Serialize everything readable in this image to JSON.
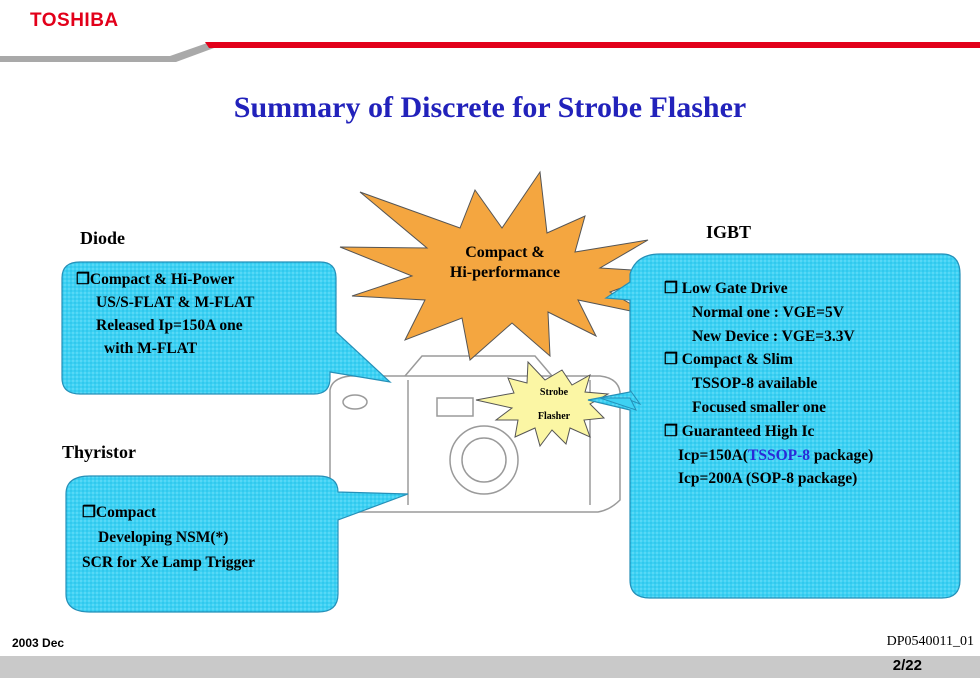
{
  "header": {
    "logo": "TOSHIBA"
  },
  "title": "Summary of Discrete for Strobe Flasher",
  "center": {
    "burst_line1": "Compact &",
    "burst_line2": "Hi-performance",
    "strobe_line1": "Strobe",
    "strobe_line2": "Flasher"
  },
  "diode": {
    "title": "Diode",
    "lines": [
      "Compact & Hi-Power",
      "US/S-FLAT & M-FLAT",
      "Released Ip=150A one",
      "with M-FLAT"
    ]
  },
  "thyristor": {
    "title": "Thyristor",
    "lines": [
      "Compact",
      "Developing NSM(*)",
      "SCR for Xe Lamp Trigger"
    ]
  },
  "igbt": {
    "title": "IGBT",
    "lines": [
      "Low Gate Drive",
      "Normal one : VGE=5V",
      "New Device : VGE=3.3V",
      "Compact & Slim",
      "TSSOP-8 available",
      "Focused smaller one",
      "Guaranteed High Ic",
      "Icp=150A(",
      "TSSOP-8",
      " package)",
      "Icp=200A (SOP-8 package)"
    ]
  },
  "footer": {
    "date": "2003 Dec",
    "doc_id": "DP0540011_01",
    "page": "2/22"
  },
  "colors": {
    "logo_red": "#e2001a",
    "title_blue": "#2222bb",
    "bubble_cyan": "#39d0f2",
    "burst_orange": "#f4a640",
    "strobe_yellow": "#fbf6a4"
  }
}
